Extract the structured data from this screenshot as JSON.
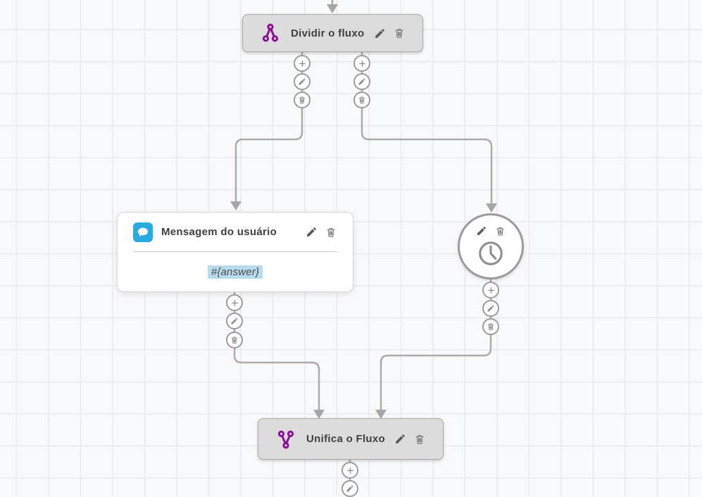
{
  "canvas": {
    "type": "chatbot-flow-builder"
  },
  "colors": {
    "background": "#f8f9fa",
    "grid_line": "#e7eaf1",
    "wire": "#ababab",
    "node_gray": "#dcdcdc",
    "node_border": "#a8a8a8",
    "purple_accent": "#8c1096",
    "blue_accent": "#29abe2",
    "value_highlight": "#b8dcee",
    "title_text": "#3f3f3f"
  },
  "nodes": {
    "divide_flow": {
      "title": "Dividir o fluxo",
      "icon": "split-flow-icon"
    },
    "user_message": {
      "title": "Mensagem do usuário",
      "value": "#{answer}",
      "icon": "chat-bubble-icon"
    },
    "timer": {
      "icon": "clock-icon"
    },
    "unify_flow": {
      "title": "Unifica o Fluxo",
      "icon": "merge-flow-icon"
    }
  },
  "controls": {
    "add": "plus-icon",
    "edit": "pencil-icon",
    "remove": "trash-icon"
  }
}
